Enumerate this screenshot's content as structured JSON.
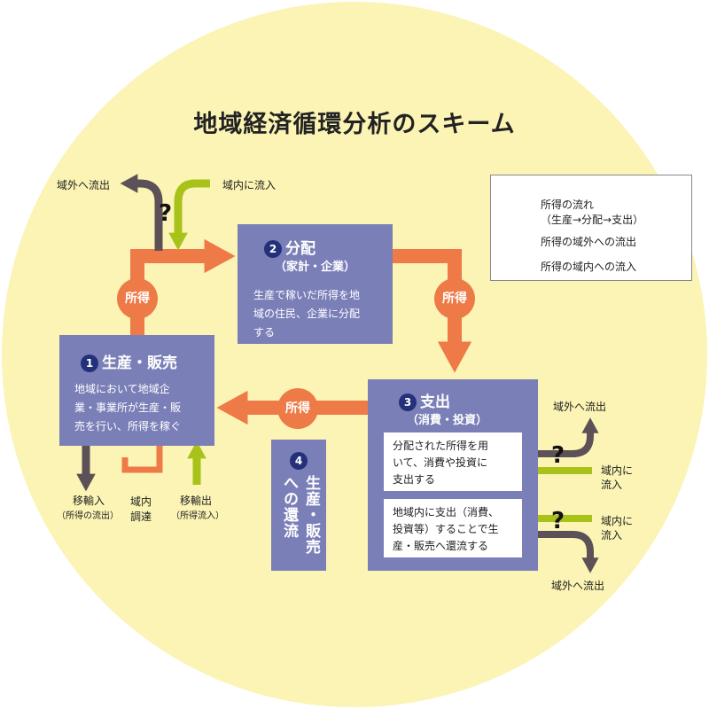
{
  "title": "地域経済循環分析のスキーム",
  "colors": {
    "background": "#fbf4b4",
    "box": "#7b7fb8",
    "income_flow": "#ee7a48",
    "outflow": "#5b5157",
    "inflow": "#a8c21a",
    "number_badge": "#24317a"
  },
  "boxes": {
    "production": {
      "number": "1",
      "title": "生産・販売",
      "description": [
        "地域において地域企",
        "業・事業所が生産・販",
        "売を行い、所得を稼ぐ"
      ]
    },
    "distribution": {
      "number": "2",
      "title": "分配",
      "subtitle": "（家計・企業）",
      "description": [
        "生産で稼いだ所得を地",
        "域の住民、企業に分配",
        "する"
      ]
    },
    "expenditure": {
      "number": "3",
      "title": "支出",
      "subtitle": "（消費・投資）",
      "inner_top": [
        "分配された所得を用",
        "いて、消費や投資に",
        "支出する"
      ],
      "inner_bottom": [
        "地域内に支出（消費、",
        "投資等）することで生",
        "産・販売へ還流する"
      ]
    },
    "return_flow": {
      "number": "4",
      "label": "生産・販売への還流"
    }
  },
  "income_label": "所得",
  "question_mark": "?",
  "labels": {
    "outflow": "域外へ流出",
    "inflow_top": "域内に流入",
    "inflow_right": "域内に流入",
    "inflow_right_wrapped": [
      "域内に",
      "流入"
    ],
    "import_main": "移輸入",
    "import_sub": "（所得の流出）",
    "local_procurement": [
      "域内",
      "調達"
    ],
    "export_main": "移輸出",
    "export_sub": "（所得流入）"
  },
  "legend": {
    "items": [
      {
        "label": "所得の流れ",
        "sub": "（生産→分配→支出）",
        "color": "#ee7a48"
      },
      {
        "label": "所得の域外への流出",
        "color": "#5b5157"
      },
      {
        "label": "所得の域内への流入",
        "color": "#a8c21a"
      }
    ]
  }
}
